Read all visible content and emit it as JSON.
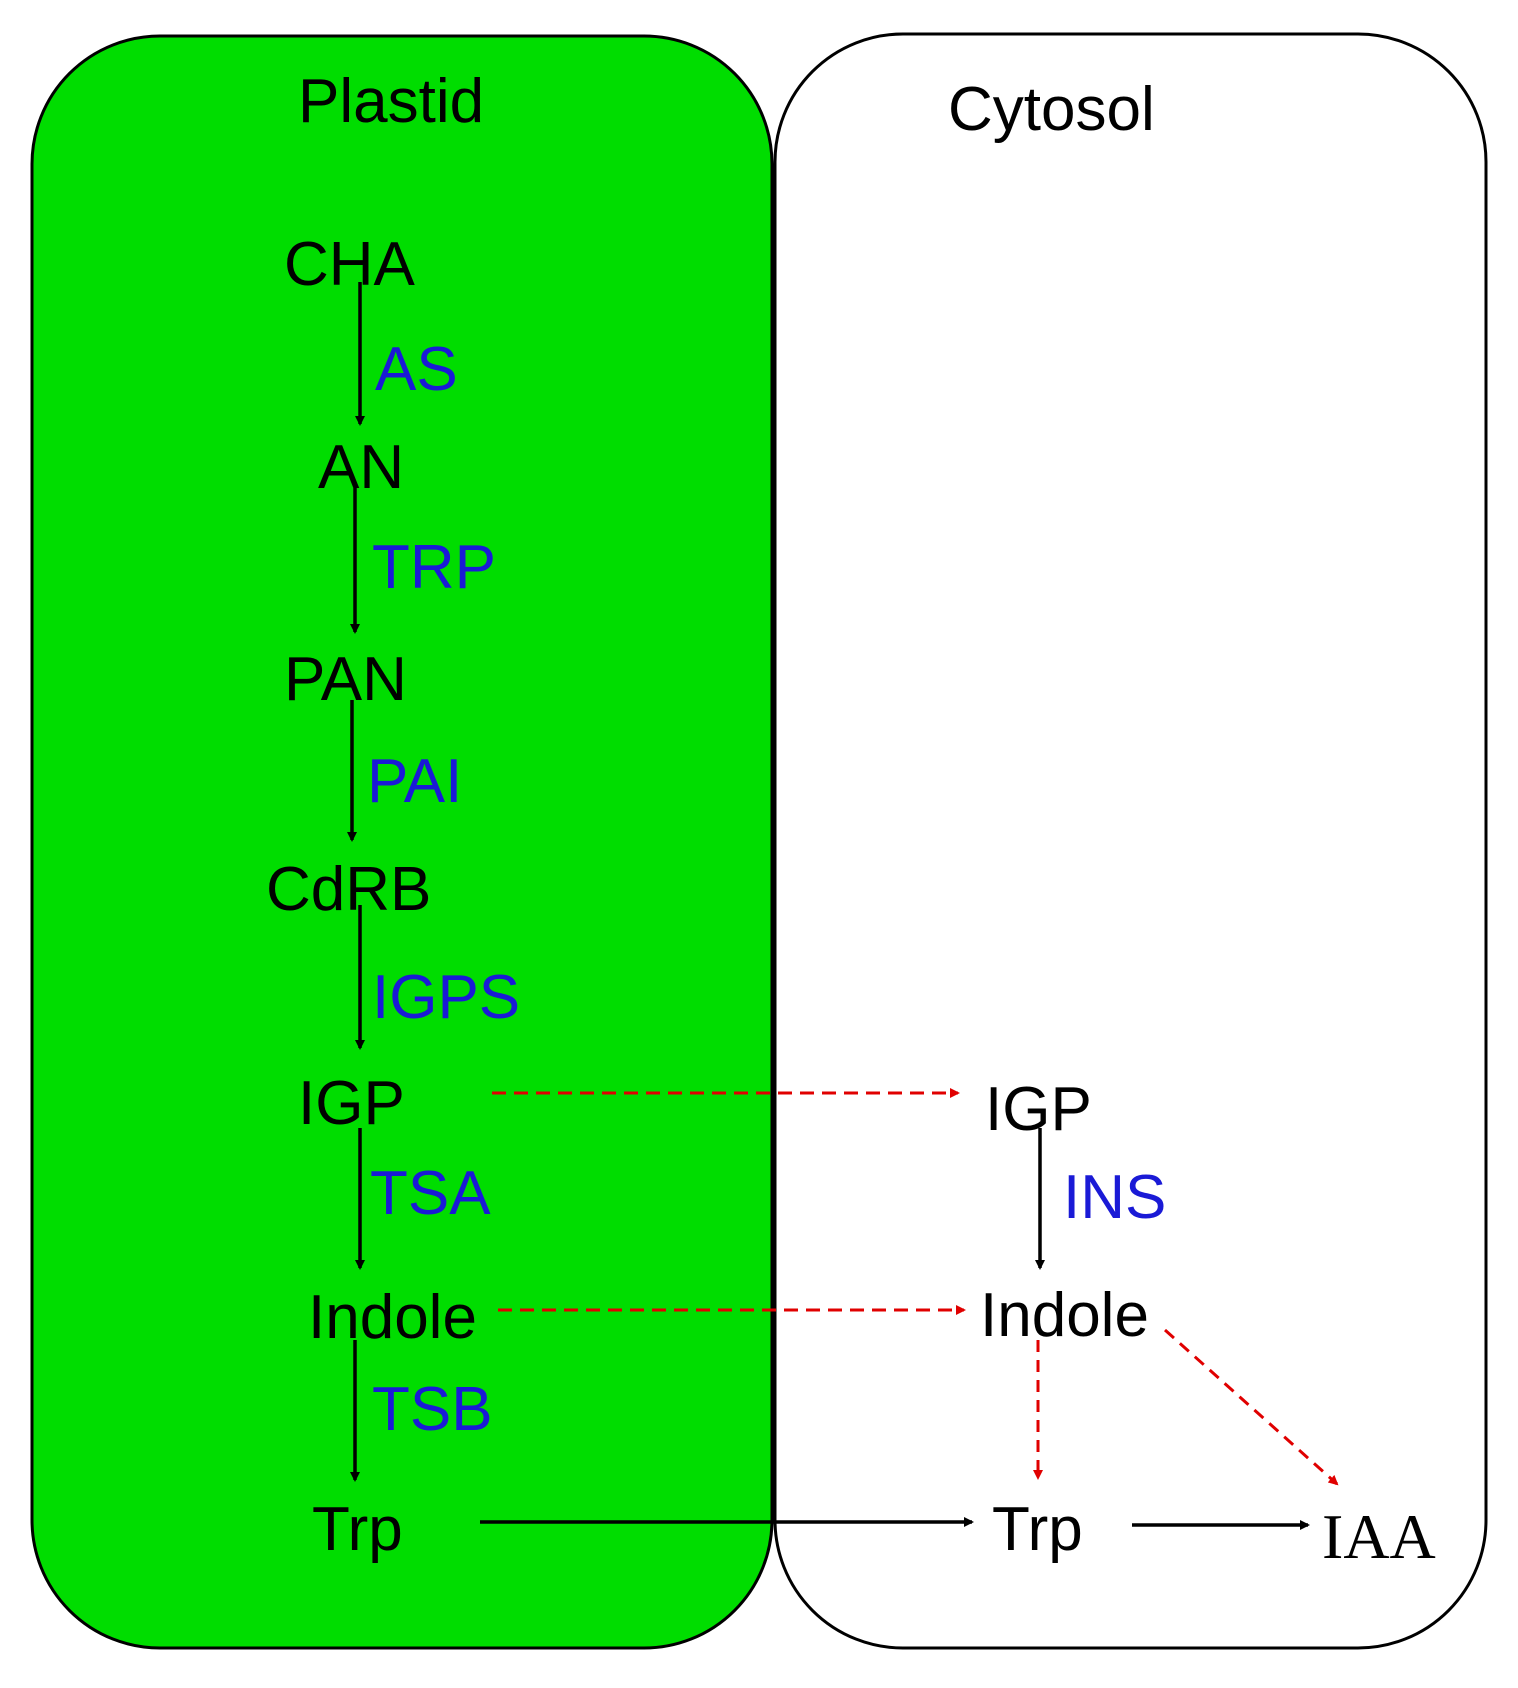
{
  "compartments": {
    "plastid": {
      "label": "Plastid",
      "fill": "#00dd00"
    },
    "cytosol": {
      "label": "Cytosol",
      "fill": "#ffffff"
    }
  },
  "plastid_pathway": {
    "metabolites": [
      "CHA",
      "AN",
      "PAN",
      "CdRB",
      "IGP",
      "Indole",
      "Trp"
    ],
    "enzymes": [
      "AS",
      "TRP",
      "PAI",
      "IGPS",
      "TSA",
      "TSB"
    ]
  },
  "cytosol_pathway": {
    "igp": "IGP",
    "enzyme": "INS",
    "indole": "Indole",
    "trp": "Trp",
    "iaa": "IAA"
  },
  "colors": {
    "enzyme_text": "#1a1ad6",
    "metabolite_text": "#000000",
    "solid_arrow": "#000000",
    "dashed_arrow": "#e00000"
  }
}
